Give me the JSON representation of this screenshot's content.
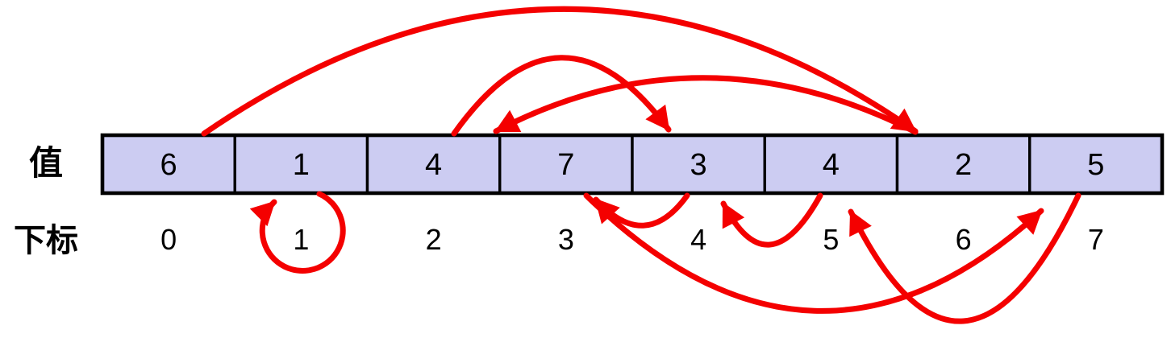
{
  "diagram": {
    "type": "array-index-cycle-diagram",
    "row_label": "值",
    "index_label": "下标",
    "cells": [
      {
        "index": "0",
        "value": "6"
      },
      {
        "index": "1",
        "value": "1"
      },
      {
        "index": "2",
        "value": "4"
      },
      {
        "index": "3",
        "value": "7"
      },
      {
        "index": "4",
        "value": "3"
      },
      {
        "index": "5",
        "value": "4"
      },
      {
        "index": "6",
        "value": "2"
      },
      {
        "index": "7",
        "value": "5"
      }
    ],
    "arrows": [
      {
        "from": 0,
        "to": 6,
        "side": "top"
      },
      {
        "from": 1,
        "to": 1,
        "side": "bottom",
        "self_loop": true
      },
      {
        "from": 2,
        "to": 4,
        "side": "top"
      },
      {
        "from": 3,
        "to": 7,
        "side": "bottom"
      },
      {
        "from": 4,
        "to": 3,
        "side": "bottom"
      },
      {
        "from": 5,
        "to": 4,
        "side": "bottom"
      },
      {
        "from": 6,
        "to": 2,
        "side": "top"
      },
      {
        "from": 7,
        "to": 5,
        "side": "bottom"
      }
    ],
    "colors": {
      "arrow": "#f40000",
      "cell_fill": "#ccccf2",
      "border": "#000000",
      "text": "#000000",
      "background": "#ffffff"
    }
  }
}
